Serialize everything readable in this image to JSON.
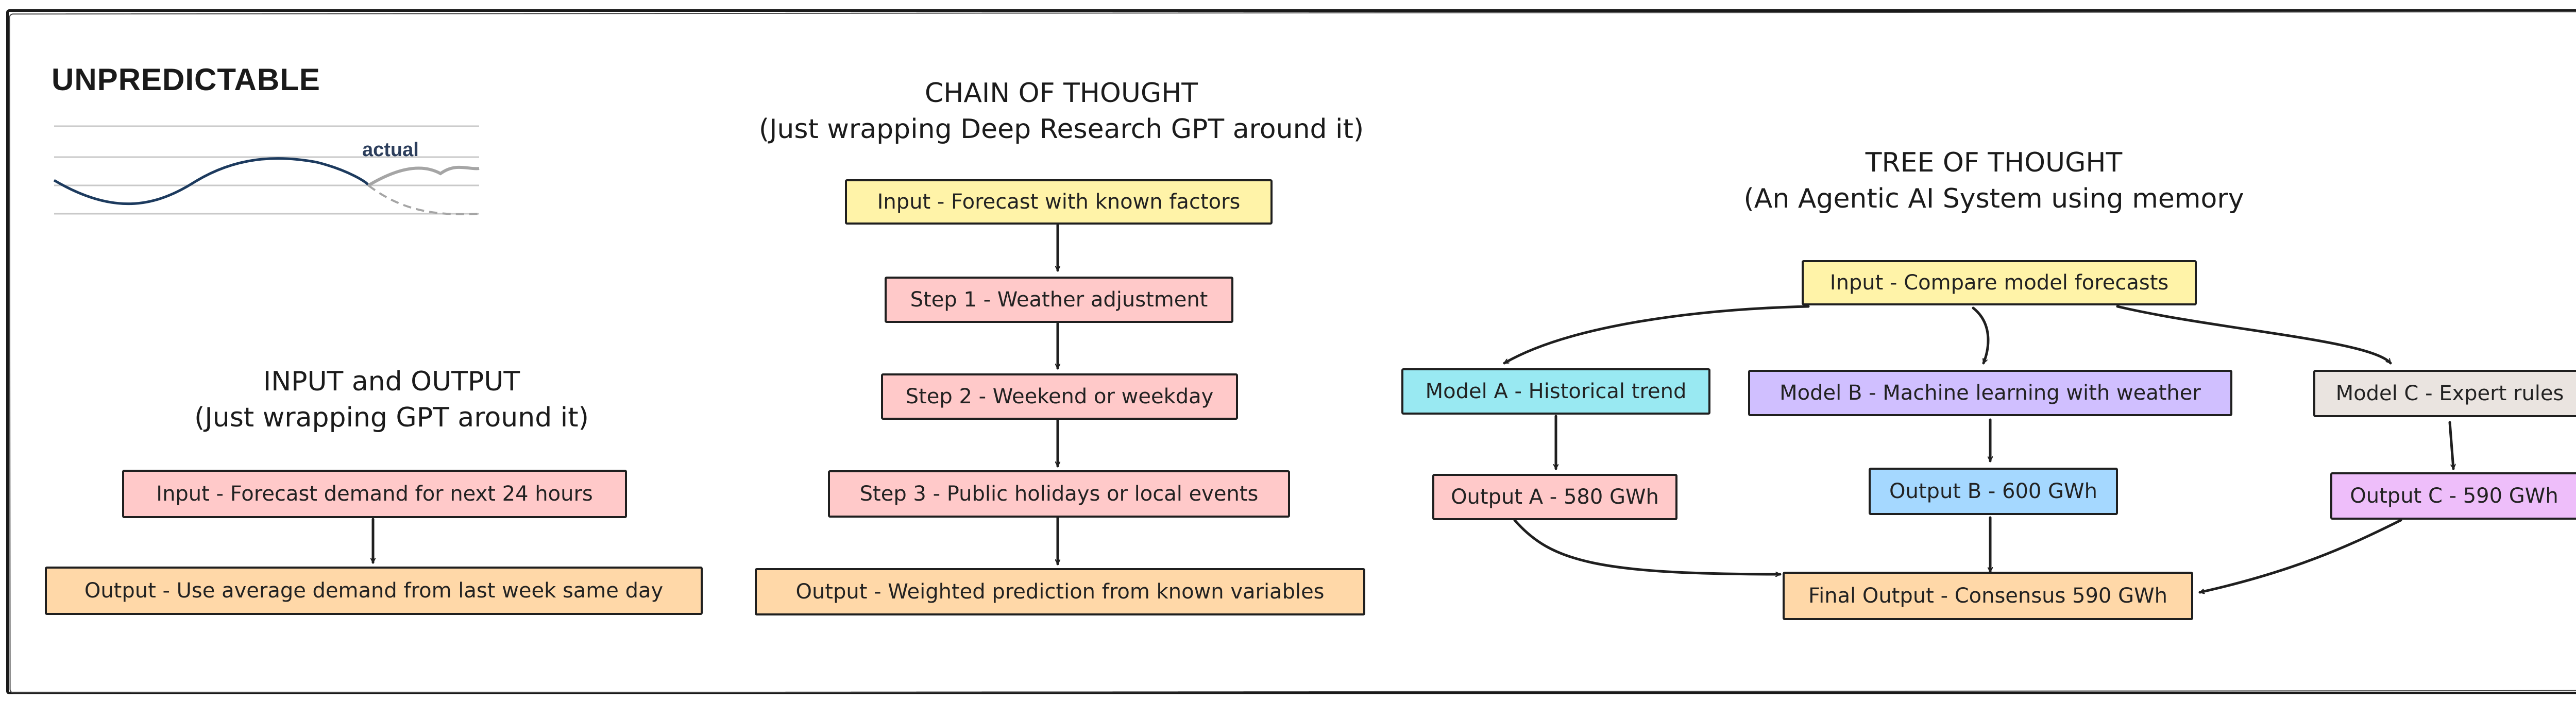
{
  "thumbnail": {
    "title": "UNPREDICTABLE",
    "label": "actual"
  },
  "io": {
    "title_line1": "INPUT and OUTPUT",
    "title_line2": "(Just wrapping GPT around it)",
    "input": "Input - Forecast demand for next 24 hours",
    "output": "Output - Use average demand from last week same day"
  },
  "cot": {
    "title_line1": "CHAIN OF THOUGHT",
    "title_line2": "(Just wrapping Deep Research GPT around it)",
    "input": "Input - Forecast with known factors",
    "step1": "Step 1 - Weather adjustment",
    "step2": "Step 2 - Weekend or weekday",
    "step3": "Step 3 - Public holidays or local events",
    "output": "Output - Weighted prediction from known variables"
  },
  "tot": {
    "title_line1": "TREE OF THOUGHT",
    "title_line2": "(An Agentic AI System using memory",
    "input": "Input - Compare model forecasts",
    "model_a": "Model A - Historical trend",
    "model_b": "Model B - Machine learning with weather",
    "model_c": "Model C - Expert rules",
    "output_a": "Output A - 580 GWh",
    "output_b": "Output B - 600 GWh",
    "output_c": "Output C - 590 GWh",
    "final": "Final Output - Consensus 590 GWh"
  },
  "colors": {
    "yellow": "#fff3a8",
    "pink": "#ffc9c9",
    "orange": "#ffd8a8",
    "cyan": "#99e9f2",
    "lavender": "#d0bfff",
    "beige": "#eae4e0",
    "blue": "#a5d8ff",
    "purple": "#eebefa",
    "stroke": "#1f1f1f"
  }
}
